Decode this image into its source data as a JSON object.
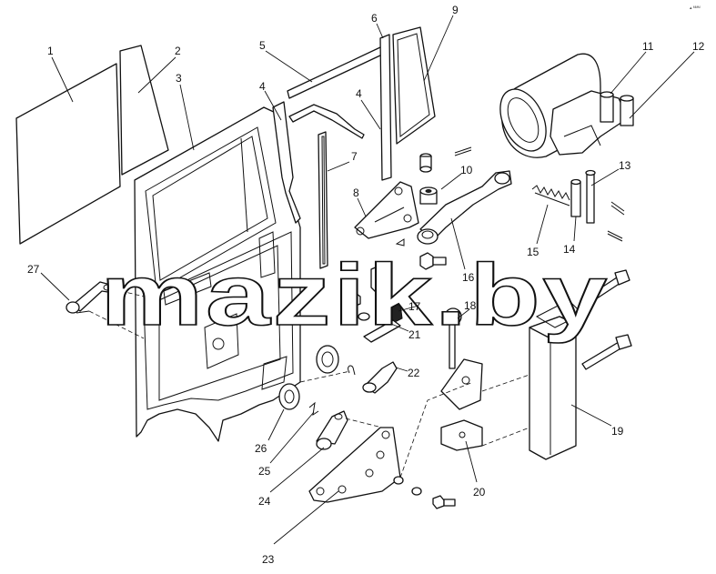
{
  "watermark": {
    "text": "mazik.by"
  },
  "corner_mark": {
    "text": "▴ ᴹᴹᴹ"
  },
  "callouts": [
    {
      "id": "1",
      "label": "1"
    },
    {
      "id": "2",
      "label": "2"
    },
    {
      "id": "3",
      "label": "3"
    },
    {
      "id": "4a",
      "label": "4"
    },
    {
      "id": "4b",
      "label": "4"
    },
    {
      "id": "5",
      "label": "5"
    },
    {
      "id": "6",
      "label": "6"
    },
    {
      "id": "7",
      "label": "7"
    },
    {
      "id": "8",
      "label": "8"
    },
    {
      "id": "9",
      "label": "9"
    },
    {
      "id": "10",
      "label": "10"
    },
    {
      "id": "11",
      "label": "11"
    },
    {
      "id": "12",
      "label": "12"
    },
    {
      "id": "13",
      "label": "13"
    },
    {
      "id": "14",
      "label": "14"
    },
    {
      "id": "15",
      "label": "15"
    },
    {
      "id": "16",
      "label": "16"
    },
    {
      "id": "17",
      "label": "17"
    },
    {
      "id": "18",
      "label": "18"
    },
    {
      "id": "19",
      "label": "19"
    },
    {
      "id": "20",
      "label": "20"
    },
    {
      "id": "21",
      "label": "21"
    },
    {
      "id": "22",
      "label": "22"
    },
    {
      "id": "23",
      "label": "23"
    },
    {
      "id": "24",
      "label": "24"
    },
    {
      "id": "25",
      "label": "25"
    },
    {
      "id": "26",
      "label": "26"
    },
    {
      "id": "27",
      "label": "27"
    }
  ]
}
